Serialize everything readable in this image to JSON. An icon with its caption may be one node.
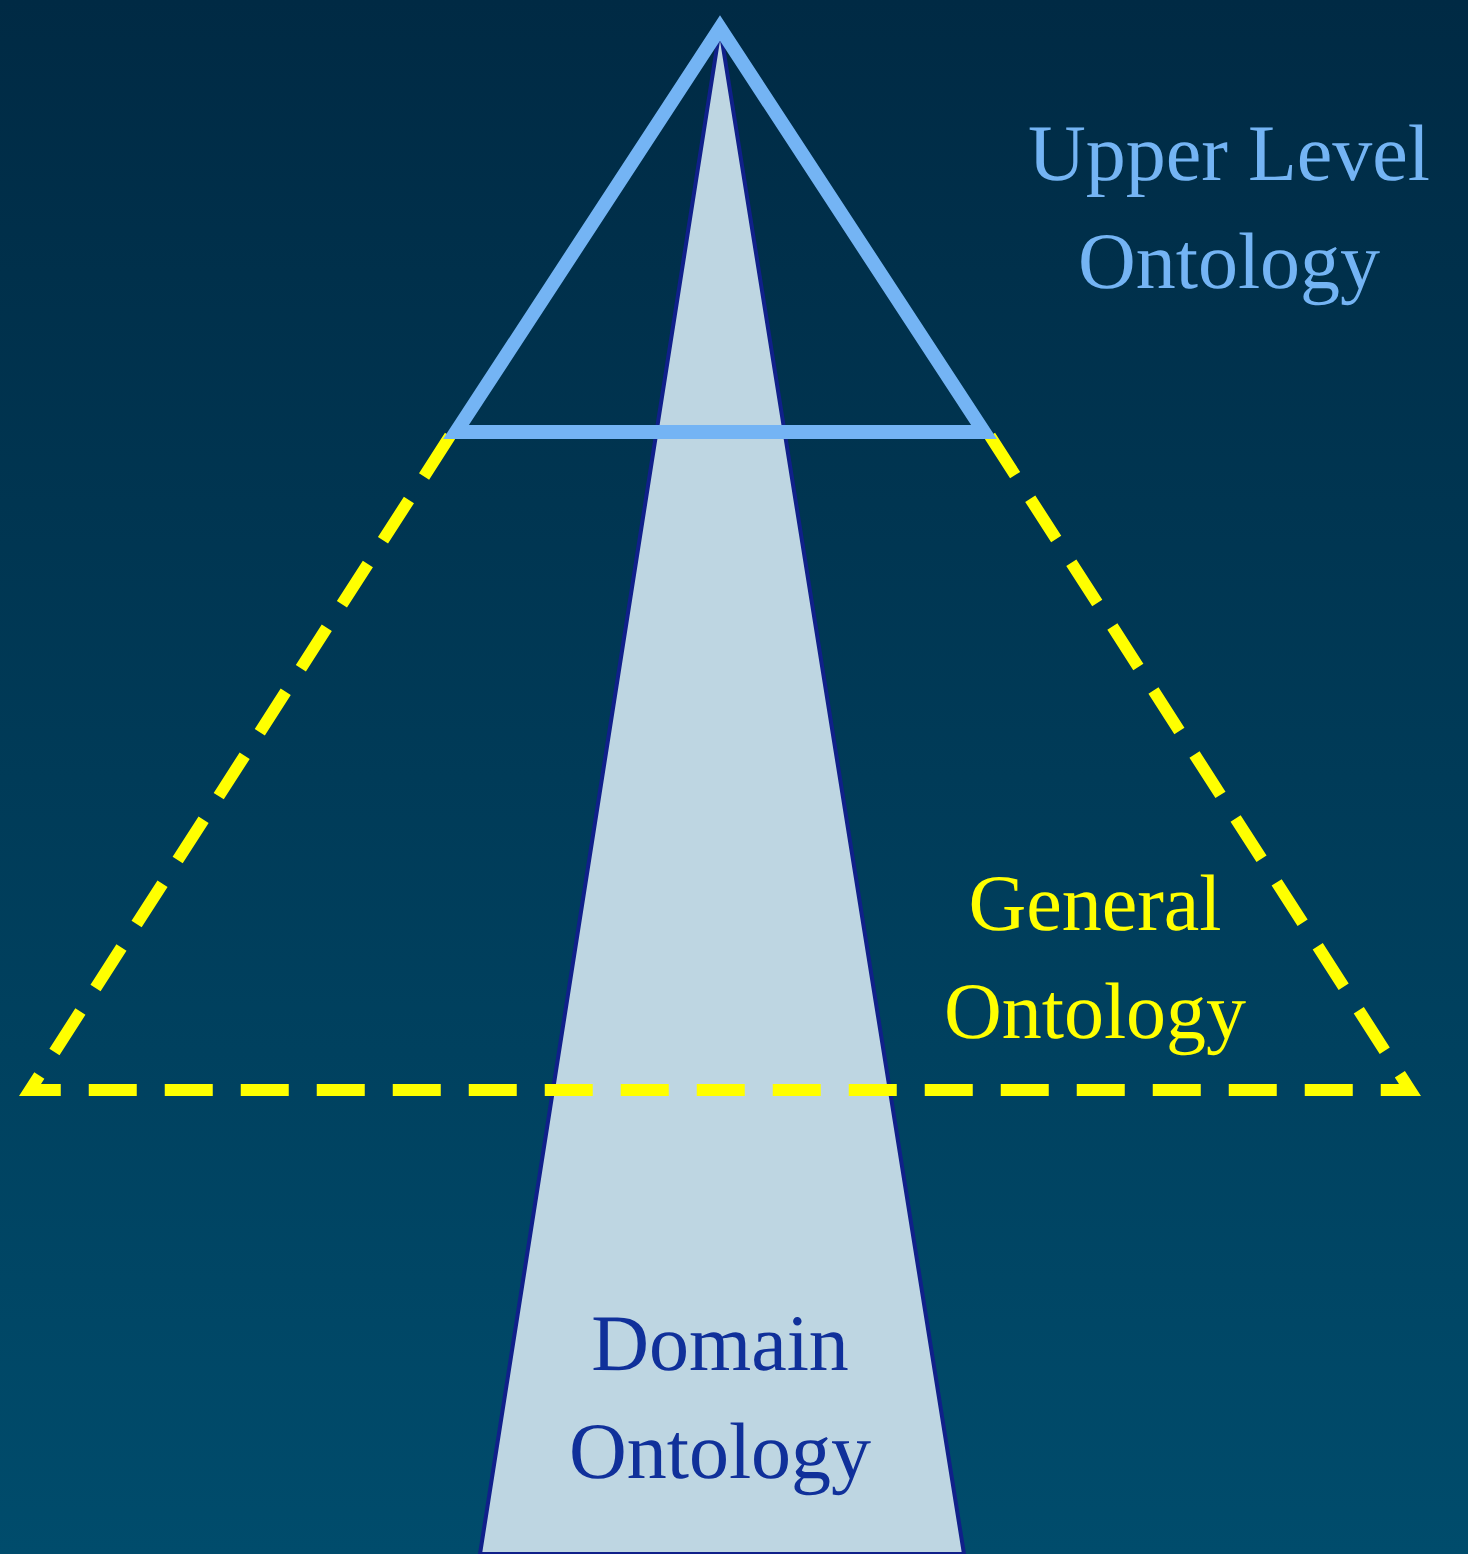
{
  "diagram": {
    "nodes": [
      {
        "text": [
          "Upper Level Ontology"
        ]
      },
      {
        "text": [
          "General Ontology"
        ]
      },
      {
        "text": [
          "Domain Ontology"
        ]
      }
    ]
  }
}
